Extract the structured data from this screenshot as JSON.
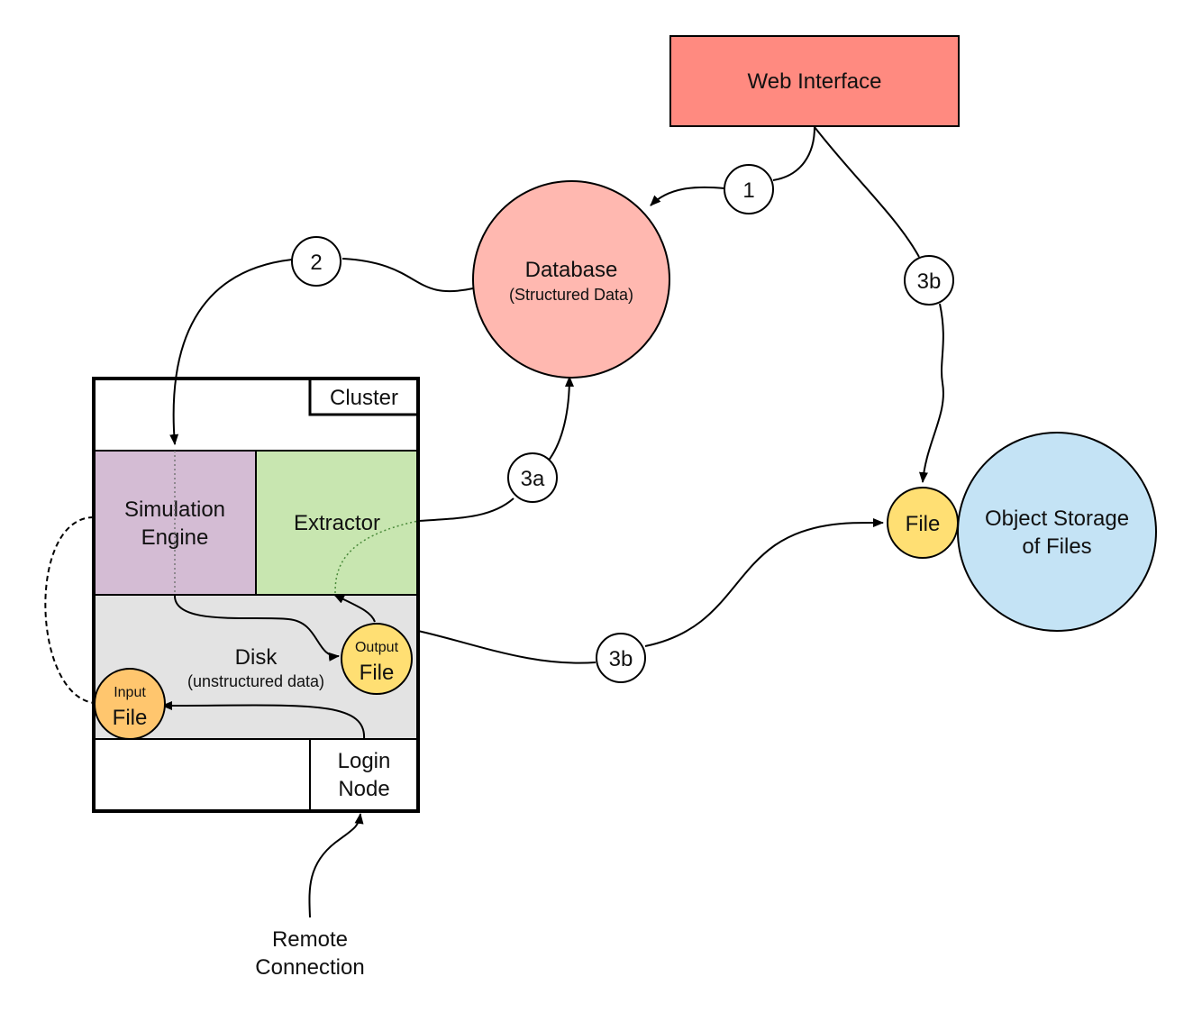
{
  "nodes": {
    "web_interface": {
      "label": "Web Interface",
      "color": "#ff8a80"
    },
    "database": {
      "label": "Database",
      "sublabel": "(Structured Data)",
      "color": "#ffb8b0"
    },
    "object_storage": {
      "label_line1": "Object Storage",
      "label_line2": "of Files",
      "color": "#c4e3f5"
    },
    "storage_file": {
      "label": "File",
      "color": "#ffdf73"
    },
    "remote_connection": {
      "label_line1": "Remote",
      "label_line2": "Connection"
    }
  },
  "cluster": {
    "title": "Cluster",
    "simulation_engine": {
      "label_line1": "Simulation",
      "label_line2": "Engine",
      "color": "#d4bcd4"
    },
    "extractor": {
      "label": "Extractor",
      "color": "#c8e6b0"
    },
    "disk": {
      "label": "Disk",
      "sublabel": "(unstructured data)",
      "color": "#e3e3e3"
    },
    "output_file": {
      "label_small": "Output",
      "label_big": "File",
      "color": "#ffdf73"
    },
    "input_file": {
      "label_small": "Input",
      "label_big": "File",
      "color": "#ffc66e"
    },
    "login_node": {
      "label_line1": "Login",
      "label_line2": "Node"
    }
  },
  "steps": {
    "step_1": "1",
    "step_2": "2",
    "step_3a": "3a",
    "step_3b_top": "3b",
    "step_3b_bottom": "3b"
  }
}
